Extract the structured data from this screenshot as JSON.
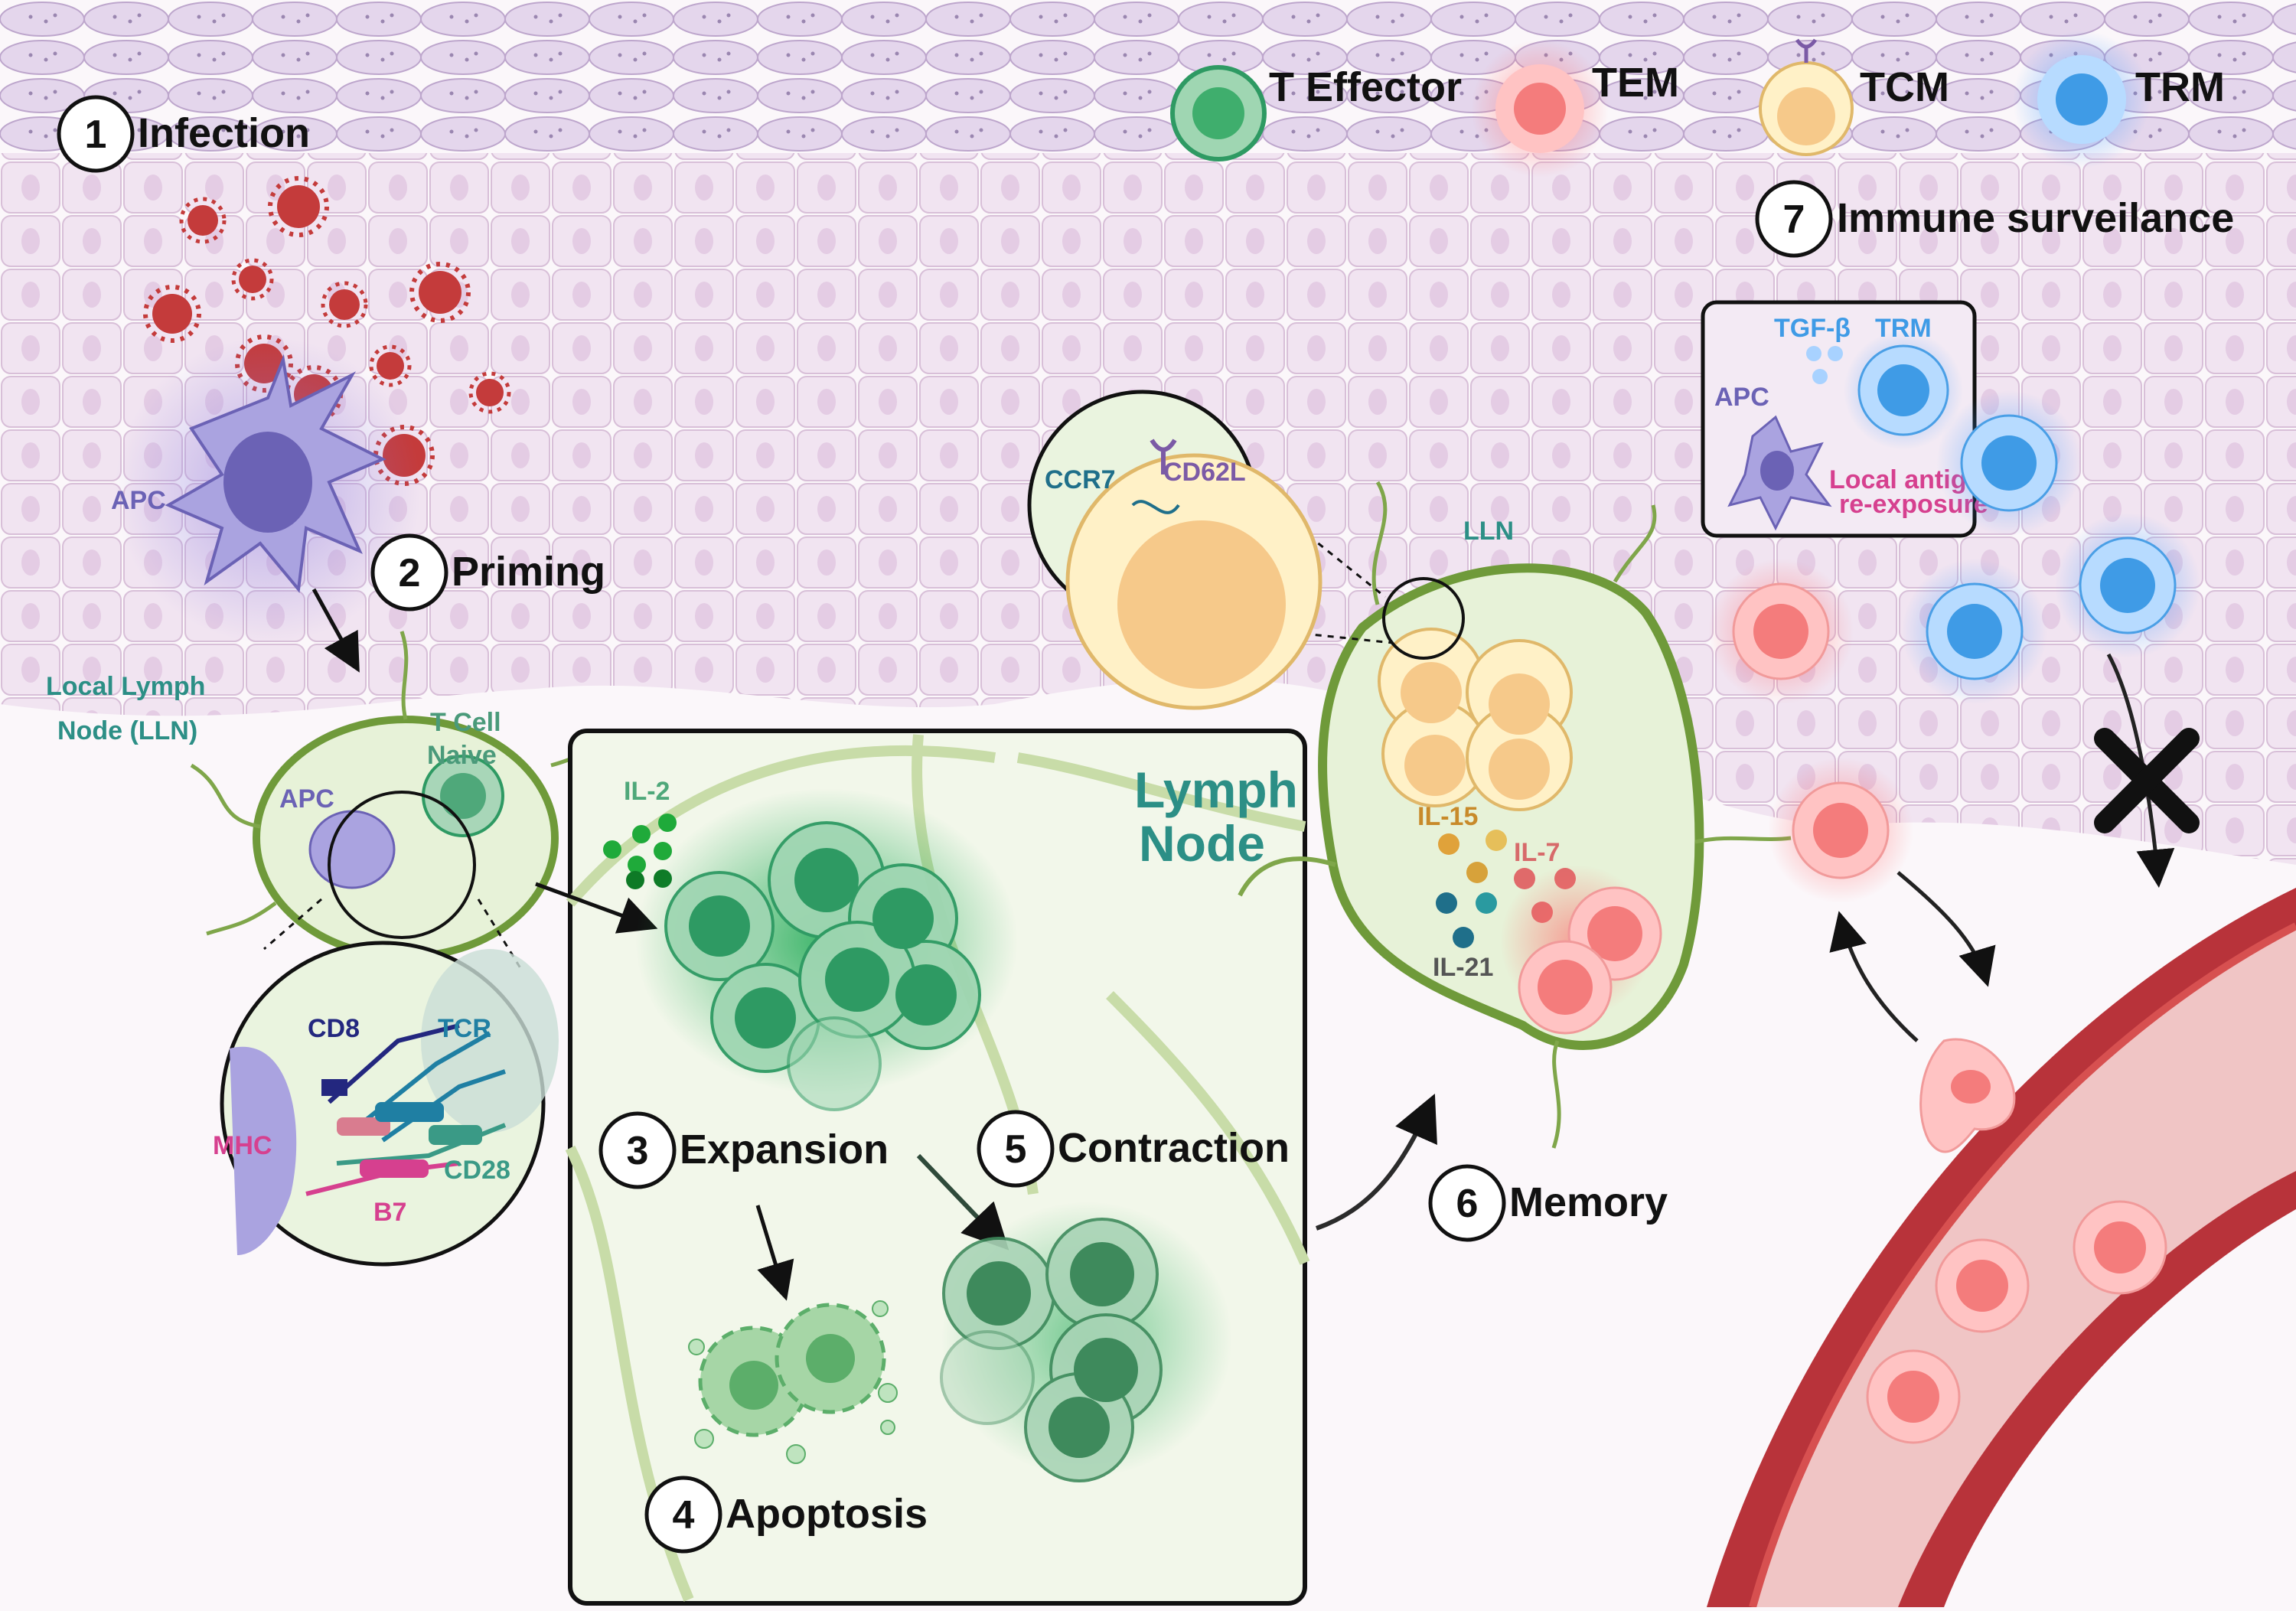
{
  "legend": {
    "t_effector": "T Effector",
    "tem": "TEM",
    "tcm": "TCM",
    "trm": "TRM"
  },
  "steps": {
    "s1": {
      "num": "1",
      "label": "Infection"
    },
    "s2": {
      "num": "2",
      "label": "Priming"
    },
    "s3": {
      "num": "3",
      "label": "Expansion"
    },
    "s4": {
      "num": "4",
      "label": "Apoptosis"
    },
    "s5": {
      "num": "5",
      "label": "Contraction"
    },
    "s6": {
      "num": "6",
      "label": "Memory"
    },
    "s7": {
      "num": "7",
      "label": "Immune surveilance"
    }
  },
  "labels": {
    "apc_skin": "APC",
    "lln_line1": "Local Lymph",
    "lln_line2": "Node (LLN)",
    "apc_lln": "APC",
    "tcell_line1": "T Cell",
    "tcell_line2": "Naive",
    "cd8": "CD8",
    "tcr": "TCR",
    "mhc": "MHC",
    "cd28": "CD28",
    "b7": "B7",
    "il2": "IL-2",
    "lymph_line1": "Lymph",
    "lymph_line2": "Node",
    "ccr7": "CCR7",
    "cd62l": "CD62L",
    "lln2": "LLN",
    "il15": "IL-15",
    "il7": "IL-7",
    "il21": "IL-21",
    "tgfb": "TGF-β",
    "trm_inset": "TRM",
    "apc_inset": "APC",
    "reexp_line1": "Local antigen",
    "reexp_line2": "re-exposure"
  },
  "colors": {
    "effector": "#2e9a63",
    "tem": "#f47c7c",
    "tcm": "#f6c98a",
    "trm": "#4a9fe6",
    "apc": "#8b86c9",
    "virus": "#c43b3b",
    "lymph_green": "#6f9a3a",
    "vessel": "#b8333a",
    "teal_text": "#2c8f86",
    "pink_text": "#d6408f",
    "purple_text": "#6b62b5"
  },
  "icons": {
    "virus": "virus-icon",
    "cross": "blocked-cross-icon"
  }
}
